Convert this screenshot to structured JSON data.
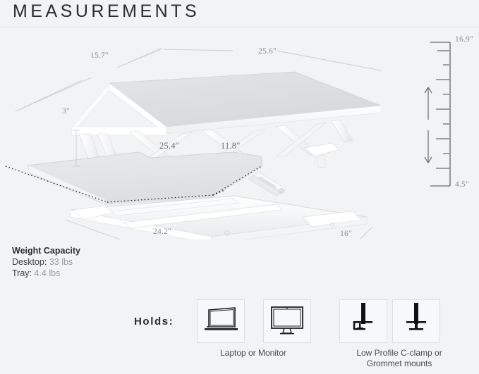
{
  "header": {
    "title": "MEASUREMENTS"
  },
  "diagram": {
    "alt": "standing desk converter measurement illustration",
    "dimensions": {
      "desktop_depth": "15.7\"",
      "desktop_width": "25.6\"",
      "desktop_thickness": "3\"",
      "tray_width": "25.4\"",
      "tray_depth": "11.8\"",
      "base_width": "24.2\"",
      "base_depth": "16\"",
      "height_max": "16.9\"",
      "height_min": "4.5\""
    }
  },
  "weight_capacity": {
    "title": "Weight Capacity",
    "rows": [
      {
        "label": "Desktop:",
        "value": "33 lbs"
      },
      {
        "label": "Tray:",
        "value": "4.4 lbs"
      }
    ]
  },
  "holds": {
    "label": "Holds:",
    "items": [
      {
        "icon": "laptop-icon",
        "caption": "Laptop or Monitor"
      },
      {
        "icon": "monitor-icon",
        "caption": ""
      },
      {
        "icon": "c-clamp-icon",
        "caption": "Low Profile C-clamp or"
      },
      {
        "icon": "grommet-icon",
        "caption": "Grommet mounts"
      }
    ],
    "caption_left": "Laptop or Monitor",
    "caption_right_line1": "Low Profile C-clamp or",
    "caption_right_line2": "Grommet mounts"
  },
  "colors": {
    "background": "#f2f3f5",
    "title": "#2b2b2b",
    "dimension_text": "#8a8d91",
    "product_light": "#ffffff",
    "product_shade": "#dcdee0",
    "icon_stroke": "#222222"
  }
}
